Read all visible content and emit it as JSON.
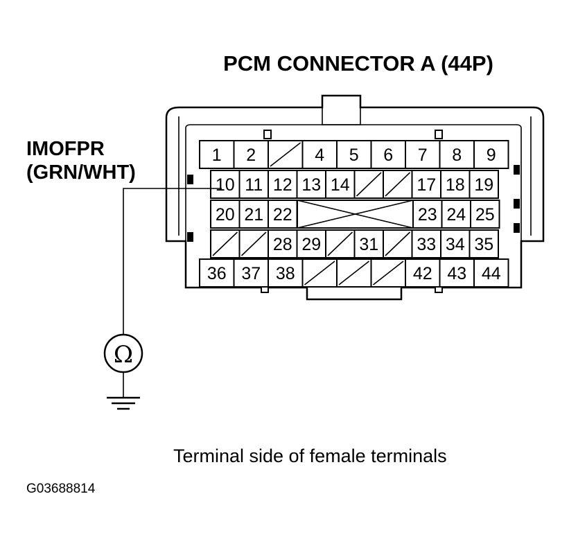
{
  "title": "PCM CONNECTOR A (44P)",
  "wire_label": {
    "line1": "IMOFPR",
    "line2": "(GRN/WHT)"
  },
  "meter_symbol": "Ω",
  "caption": "Terminal side of female terminals",
  "figure_code": "G03688814",
  "rows": [
    [
      "1",
      "2",
      "/",
      "4",
      "5",
      "6",
      "7",
      "8",
      "9"
    ],
    [
      "10",
      "11",
      "12",
      "13",
      "14",
      "/",
      "/",
      "17",
      "18",
      "19"
    ],
    [
      "20",
      "21",
      "22",
      "X",
      "23",
      "24",
      "25"
    ],
    [
      "/",
      "/",
      "28",
      "29",
      "/",
      "31",
      "/",
      "33",
      "34",
      "35"
    ],
    [
      "36",
      "37",
      "38",
      "/",
      "/",
      "/",
      "42",
      "43",
      "44"
    ]
  ],
  "probed_terminal": "10"
}
